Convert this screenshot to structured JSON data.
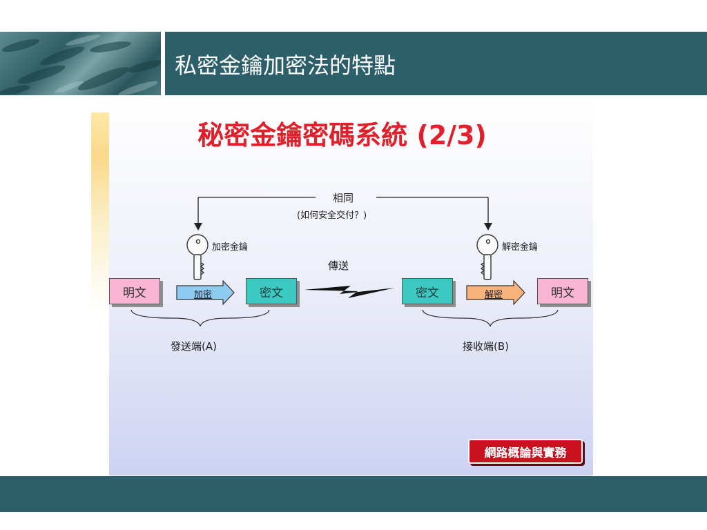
{
  "page_title": "私密金鑰加密法的特點",
  "slide": {
    "title": "秘密金鑰密碼系統 (2/3)",
    "same_label": "相同",
    "same_note": "(如何安全交付？)",
    "enc_key_label": "加密金鑰",
    "dec_key_label": "解密金鑰",
    "transmit_label": "傳送",
    "plaintext_left": "明文",
    "encrypt_label": "加密",
    "ciphertext_left": "密文",
    "ciphertext_right": "密文",
    "decrypt_label": "解密",
    "plaintext_right": "明文",
    "sender_label": "發送端(A)",
    "receiver_label": "接收端(B)",
    "badge": "網路概論與實務"
  },
  "colors": {
    "header_bar": "#2d5f6a",
    "title_red": "#e0202a",
    "plaintext_box": "#f8b6d2",
    "ciphertext_box": "#3cc9c2",
    "encrypt_arrow": "#8ecbf0",
    "decrypt_arrow": "#f8b27a",
    "badge": "#c8101e"
  }
}
